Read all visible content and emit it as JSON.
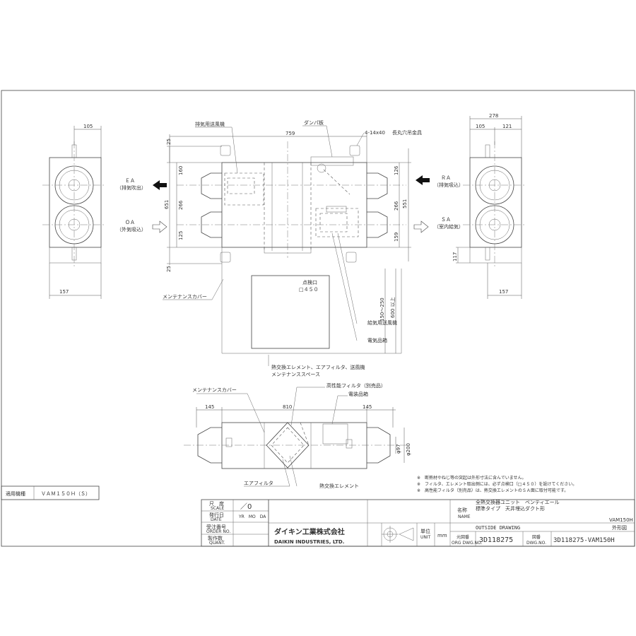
{
  "top_view": {
    "dims": {
      "width_759": "759",
      "hanger": "4-14x40",
      "d25_top": "25",
      "d160": "160",
      "d651": "651",
      "d266_left": "266",
      "d125": "125",
      "d25_bottom": "25",
      "d126": "126",
      "d551": "551",
      "d266_right": "266",
      "d159": "159",
      "d150_250": "150～250",
      "d600": "600 以上"
    },
    "labels": {
      "exhaust_fan": "排気用送風機",
      "damper": "ダンパ板",
      "hanger_fitting": "長丸穴吊金具",
      "maintenance_cover": "メンテナンスカバー",
      "inspection_port": "点検口",
      "inspection_size": "□４５０",
      "supply_fan": "給気用送風機",
      "electrical_box": "電気品箱",
      "maintenance_space_1": "熱交換エレメント、エアフィルタ、送風機",
      "maintenance_space_2": "メンテナンススペース"
    },
    "ports": {
      "ea_code": "ＥＡ",
      "ea_name": "（排気吹出）",
      "oa_code": "ＯＡ",
      "oa_name": "（外気吸込）",
      "ra_code": "ＲＡ",
      "ra_name": "（排気吸込）",
      "sa_code": "ＳＡ",
      "sa_name": "（室内給気）"
    }
  },
  "left_view": {
    "d105": "105",
    "d157": "157"
  },
  "right_view": {
    "d278": "278",
    "d105": "105",
    "d121": "121",
    "d117": "117",
    "d157": "157"
  },
  "side_view": {
    "maintenance_cover": "メンテナンスカバー",
    "hepa_filter": "高性能フィルタ（別売品）",
    "electrical_box": "電装品箱",
    "d145_left": "145",
    "d810": "810",
    "d145_right": "145",
    "d97": "φ97",
    "d200": "φ200",
    "air_filter": "エアフィルタ",
    "heat_element": "熱交換エレメント"
  },
  "notes": [
    "※　断熱材やねじ等の突起は外形寸法に含んでいません。",
    "※　フィルタ、エレメント取出側には、必ず点検口（□４５０）を設けてください。",
    "※　高性能フィルタ（別売品）は、熱交換エレメントのＳＡ面に取付可能です。"
  ],
  "applicable_model": {
    "label": "適用機種",
    "value": "ＶＡＭ１５０Ｈ（Ｓ）"
  },
  "title_block": {
    "scale_label": "尺　度",
    "scale_sub": "SCALE",
    "scale_value": "／0",
    "date_label": "発行日",
    "date_sub": "DATE",
    "date_value": "YR　MO　DA",
    "order_label": "受注番号",
    "order_sub": "ORDER NO.",
    "qty_label": "製作数",
    "qty_sub": "QUANT.",
    "company_jp": "ダイキン工業株式会社",
    "company_en": "DAIKIN INDUSTRIES, LTD.",
    "unit_label": "単位",
    "unit_sub": "UNIT",
    "unit_value": "mm",
    "name_label": "名称",
    "name_sub": "NAME",
    "name_line1": "全熱交換器ユニット　ベンティエール",
    "name_line2": "標準タイプ　天井埋込ダクト形",
    "model": "VAM150H",
    "drawing_type_en": "OUTSIDE DRAWING",
    "drawing_type_jp": "外形図",
    "orig_label": "元図番",
    "orig_sub": "ORG DWG.NO.",
    "orig_value": "3D118275",
    "dwg_label": "図番",
    "dwg_sub": "DWG.NO.",
    "dwg_value": "3D118275-VAM150H"
  }
}
